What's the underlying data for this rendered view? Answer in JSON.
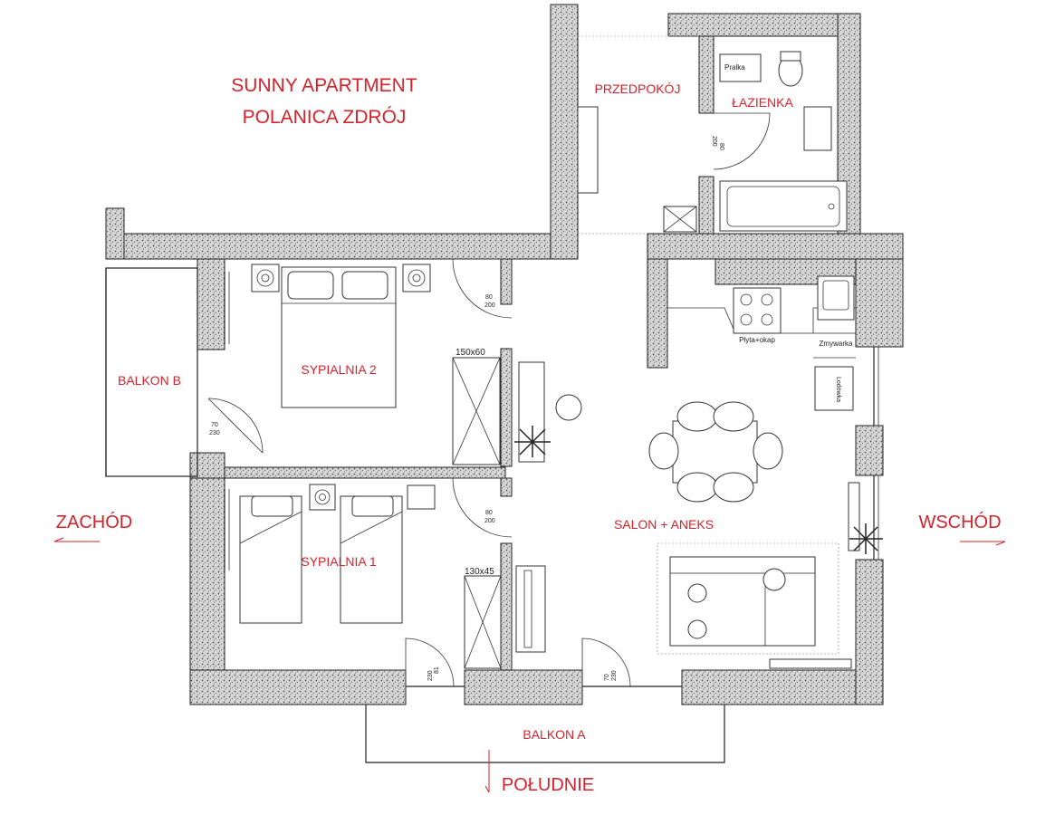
{
  "title": {
    "line1": "SUNNY APARTMENT",
    "line2": "POLANICA ZDRÓJ"
  },
  "rooms": {
    "hall": "PRZEDPOKÓJ",
    "bathroom": "ŁAZIENKA",
    "bedroom2": "SYPIALNIA 2",
    "bedroom1": "SYPIALNIA 1",
    "living": "SALON + ANEKS",
    "balcony_a": "BALKON A",
    "balcony_b": "BALKON B"
  },
  "directions": {
    "west": "ZACHÓD",
    "east": "WSCHÓD",
    "south": "POŁUDNIE"
  },
  "appliances": {
    "washer": "Pralka",
    "hob": "Płyta+okap",
    "dishwasher": "Zmywarka",
    "fridge": "Lodówka"
  },
  "wardrobes": {
    "bedroom2": "150x60",
    "bedroom1": "130x45"
  },
  "door_sizes": {
    "bath_w": "80",
    "bath_h": "200",
    "bed2_w": "80",
    "bed2_h": "200",
    "bed1_w": "80",
    "bed1_h": "200",
    "balconyB_w": "70",
    "balconyB_h": "230",
    "bed1_balcony_w": "81",
    "bed1_balcony_h": "230",
    "living_balcony_w": "70",
    "living_balcony_h": "230"
  },
  "colors": {
    "label": "#d4232a",
    "wall": "#c9c9c9",
    "line": "#222222"
  }
}
